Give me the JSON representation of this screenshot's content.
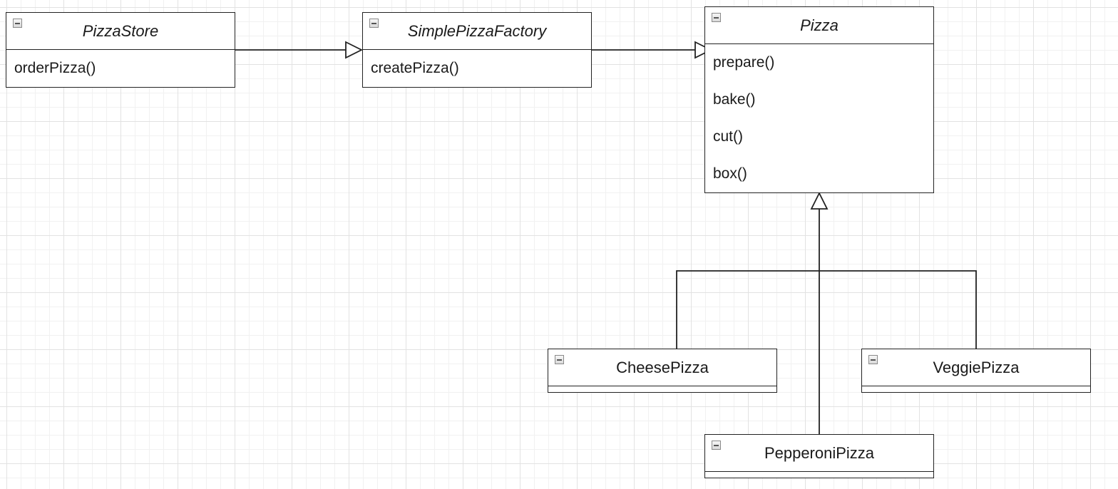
{
  "diagram": {
    "classes": [
      {
        "id": "pizza-store",
        "name": "PizzaStore",
        "abstract": true,
        "methods": [
          "orderPizza()"
        ]
      },
      {
        "id": "simple-pizza-factory",
        "name": "SimplePizzaFactory",
        "abstract": true,
        "methods": [
          "createPizza()"
        ]
      },
      {
        "id": "pizza",
        "name": "Pizza",
        "abstract": true,
        "methods": [
          "prepare()",
          "bake()",
          "cut()",
          "box()"
        ]
      },
      {
        "id": "cheese-pizza",
        "name": "CheesePizza",
        "abstract": false,
        "methods": []
      },
      {
        "id": "veggie-pizza",
        "name": "VeggiePizza",
        "abstract": false,
        "methods": []
      },
      {
        "id": "pepperoni-pizza",
        "name": "PepperoniPizza",
        "abstract": false,
        "methods": []
      }
    ],
    "relations": [
      {
        "from": "pizza-store",
        "to": "simple-pizza-factory",
        "arrowhead": "hollow-triangle"
      },
      {
        "from": "simple-pizza-factory",
        "to": "pizza",
        "arrowhead": "hollow-triangle"
      },
      {
        "from": "cheese-pizza",
        "to": "pizza",
        "arrowhead": "hollow-triangle"
      },
      {
        "from": "veggie-pizza",
        "to": "pizza",
        "arrowhead": "hollow-triangle"
      },
      {
        "from": "pepperoni-pizza",
        "to": "pizza",
        "arrowhead": "hollow-triangle"
      }
    ],
    "icon": "collapse-icon",
    "line_color": "#222222",
    "grid_color": "#e2e2e2"
  }
}
